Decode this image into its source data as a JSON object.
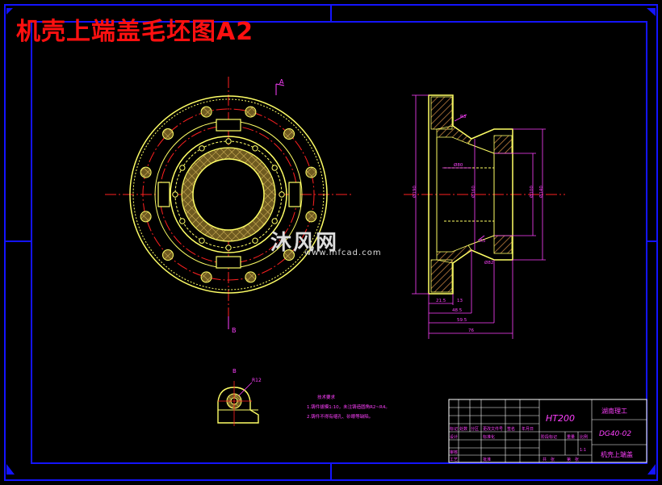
{
  "title": "机壳上端盖毛坯图A2",
  "watermark": {
    "brand": "沐风网",
    "url": "www.mfcad.com"
  },
  "section_marks": {
    "top": "A",
    "bottom": "B",
    "detail": "B"
  },
  "tech_notes": {
    "heading": "技术要求",
    "line1": "1.铸件拔模1:10，未注铸造圆角R2~R4。",
    "line2": "2.铸件不得有缩孔、砂眼等缺陷。"
  },
  "detail_radius": "R12",
  "side_dims": {
    "d1": "R3",
    "d2": "Ø80",
    "d3": "Ø160",
    "d4": "Ø190",
    "d5": "Ø140",
    "d6": "Ø100",
    "d7": "R5",
    "d8": "Ø82",
    "d9": "21.5",
    "d10": "13",
    "d11": "48.5",
    "d12": "59.5",
    "d13": "76"
  },
  "title_block": {
    "material": "HT200",
    "school": "湖南理工",
    "drawing_no": "DG40-02",
    "part_name": "机壳上端盖",
    "scale": "1:1",
    "labels": {
      "mark": "标记",
      "count": "处数",
      "zone": "分区",
      "change_doc": "更改文件号",
      "signature": "签名",
      "date": "年月日",
      "design": "设计",
      "standardize": "标准化",
      "review": "审核",
      "process": "工艺",
      "approve": "批准",
      "stage_mark": "阶段标记",
      "weight": "重量",
      "ratio": "比例",
      "sheets": "共　张",
      "sheet": "第　张"
    }
  },
  "colors": {
    "frame": "#1414ff",
    "outline": "#ffff66",
    "center": "#ff2020",
    "dimension": "#ff40ff",
    "hatch": "#c08040",
    "title": "#ff1010"
  }
}
